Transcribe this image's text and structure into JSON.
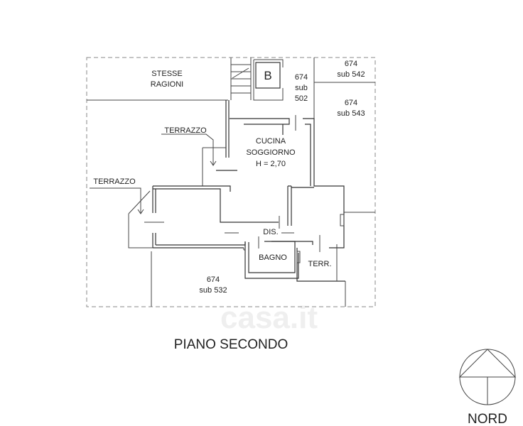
{
  "plan": {
    "title": "PIANO SECONDO",
    "labels": {
      "stesse_1": "STESSE",
      "stesse_2": "RAGIONI",
      "b": "B",
      "sub502_1": "674",
      "sub502_2": "sub",
      "sub502_3": "502",
      "sub542_1": "674",
      "sub542_2": "sub 542",
      "sub543_1": "674",
      "sub543_2": "sub 543",
      "terrazzo_top": "TERRAZZO",
      "terrazzo_left": "TERRAZZO",
      "cucina_1": "CUCINA",
      "cucina_2": "SOGGIORNO",
      "cucina_3": "H = 2,70",
      "dis": "DIS.",
      "bagno": "BAGNO",
      "terr": "TERR.",
      "sub532_1": "674",
      "sub532_2": "sub 532"
    },
    "watermark": "casa.it"
  },
  "compass": {
    "label": "NORD"
  }
}
